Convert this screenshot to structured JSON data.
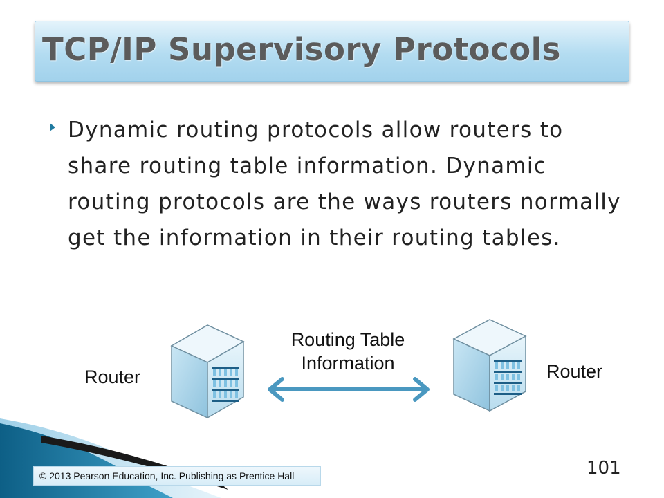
{
  "slide": {
    "title": "TCP/IP Supervisory Protocols",
    "bullet": "Dynamic routing protocols allow routers to share routing table information. Dynamic routing protocols are the ways routers normally get the information in their routing tables.",
    "page_number": "101",
    "copyright": "© 2013 Pearson Education, Inc. Publishing as Prentice Hall"
  },
  "diagram": {
    "left_router_label": "Router",
    "right_router_label": "Router",
    "link_label_line1": "Routing Table",
    "link_label_line2": "Information"
  },
  "colors": {
    "title_gradient_top": "#e4f3fb",
    "title_gradient_bottom": "#a2d2ec",
    "accent": "#1f7aa0",
    "arrow": "#4a98c0",
    "router_face": "#9fcde5"
  },
  "icons": [
    "bullet-triangle-icon",
    "router-icon",
    "double-arrow-icon"
  ]
}
